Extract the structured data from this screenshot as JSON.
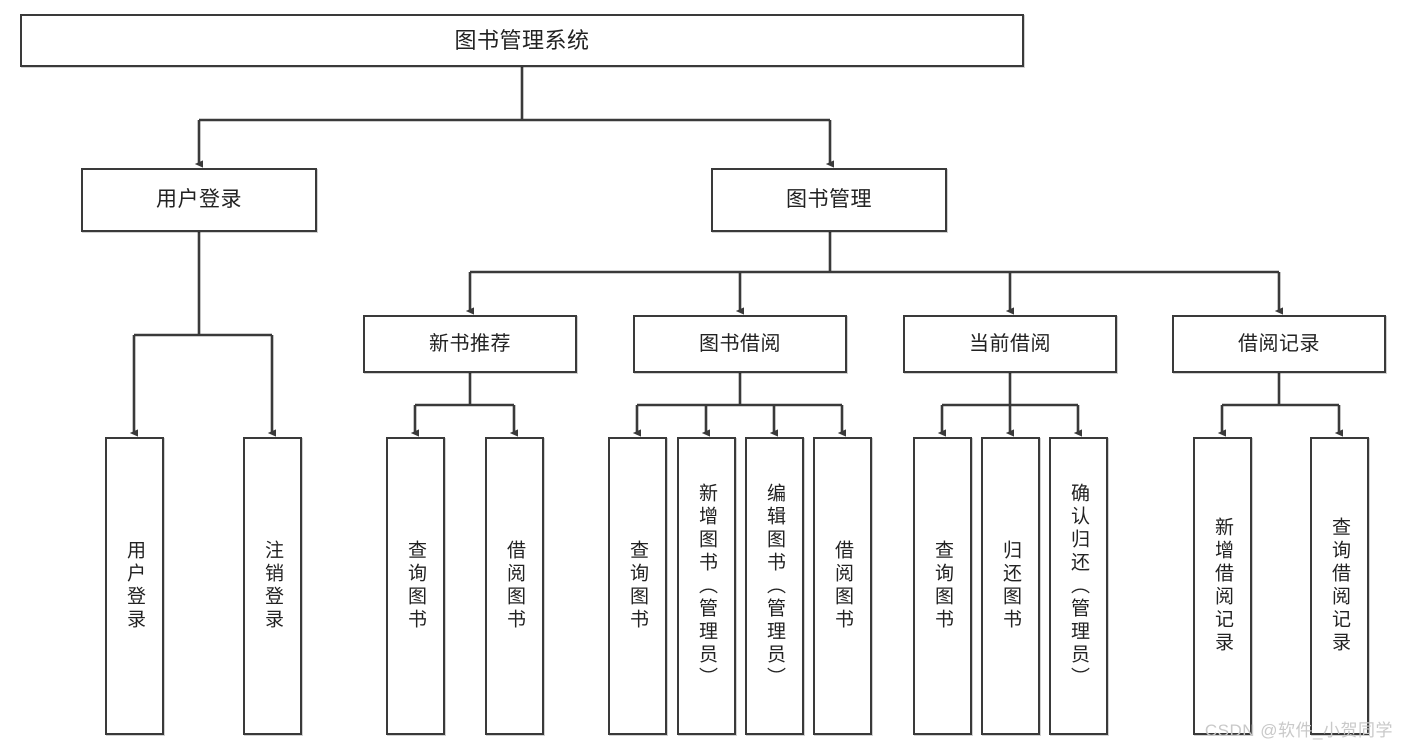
{
  "diagram": {
    "title": "图书管理系统",
    "type": "tree-hierarchy-chart",
    "line_color": "#3a3a3a",
    "box_fill": "#ffffff",
    "text_color": "#222222"
  },
  "root": {
    "label": "图书管理系统"
  },
  "level1": [
    {
      "label": "用户登录"
    },
    {
      "label": "图书管理"
    }
  ],
  "level2": [
    {
      "label": "新书推荐"
    },
    {
      "label": "图书借阅"
    },
    {
      "label": "当前借阅"
    },
    {
      "label": "借阅记录"
    }
  ],
  "leaves": {
    "user_login": [
      {
        "label": "用户登录"
      },
      {
        "label": "注销登录"
      }
    ],
    "new_book": [
      {
        "label": "查询图书"
      },
      {
        "label": "借阅图书"
      }
    ],
    "book_borrow": [
      {
        "label": "查询图书"
      },
      {
        "label": "新增图书（管理员）"
      },
      {
        "label": "编辑图书（管理员）"
      },
      {
        "label": "借阅图书"
      }
    ],
    "current_borrow": [
      {
        "label": "查询图书"
      },
      {
        "label": "归还图书"
      },
      {
        "label": "确认归还（管理员）"
      }
    ],
    "borrow_record": [
      {
        "label": "新增借阅记录"
      },
      {
        "label": "查询借阅记录"
      }
    ]
  },
  "watermark": {
    "text": "CSDN @软件_小贺同学"
  }
}
